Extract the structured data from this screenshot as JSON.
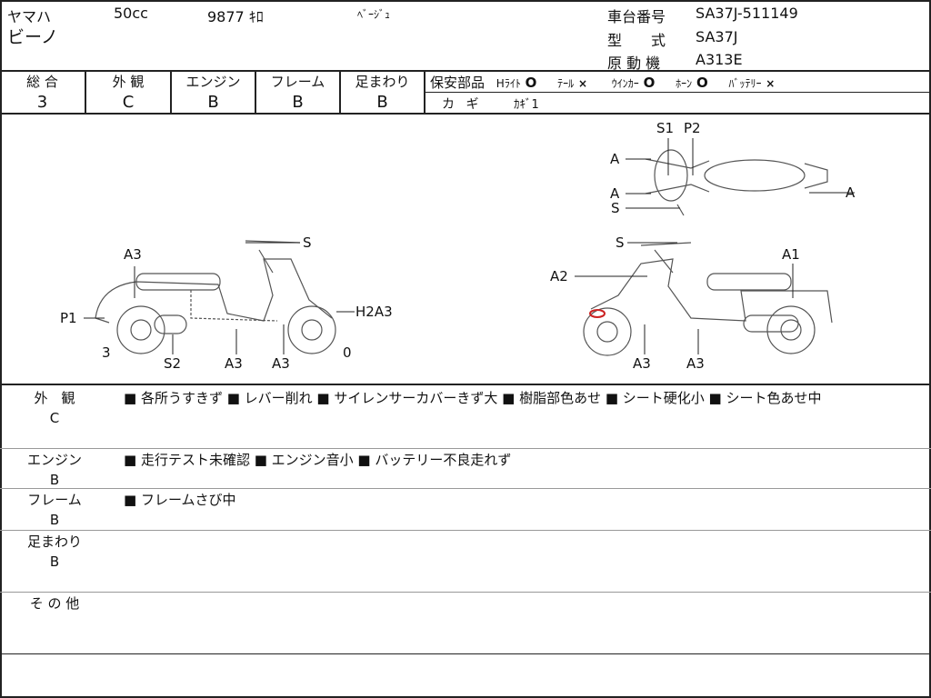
{
  "header": {
    "maker": "ヤマハ",
    "displacement": "50cc",
    "mileage": "9877 ｷﾛ",
    "color": "ﾍﾞｰｼﾞｭ",
    "model_name": "ビーノ",
    "frame_no_label": "車台番号",
    "frame_no": "SA37J-511149",
    "type_label": "型　　式",
    "type": "SA37J",
    "engine_label": "原 動 機",
    "engine": "A313E"
  },
  "grades": [
    {
      "label": "総 合",
      "value": "3"
    },
    {
      "label": "外 観",
      "value": "C"
    },
    {
      "label": "エンジン",
      "value": "B"
    },
    {
      "label": "フレーム",
      "value": "B"
    },
    {
      "label": "足まわり",
      "value": "B"
    }
  ],
  "safety": {
    "label": "保安部品",
    "items": [
      {
        "name": "Hﾗｲﾄ",
        "mark": "O"
      },
      {
        "name": "ﾃｰﾙ",
        "mark": "×"
      },
      {
        "name": "ｳｲﾝｶｰ",
        "mark": "O"
      },
      {
        "name": "ﾎｰﾝ",
        "mark": "O"
      },
      {
        "name": "ﾊﾞｯﾃﾘｰ",
        "mark": "×"
      }
    ],
    "key_label": "カ ギ",
    "key_value": "ｶｷﾞ1"
  },
  "diagram": {
    "left_labels": [
      "A3",
      "S",
      "P1",
      "H2A3",
      "3",
      "S2",
      "A3",
      "A3",
      "0"
    ],
    "top_labels": [
      "S1",
      "P2",
      "A",
      "A",
      "A",
      "S"
    ],
    "right_labels": [
      "S",
      "A1",
      "A2",
      "A3",
      "A3"
    ]
  },
  "remarks": [
    {
      "label": "外　観",
      "grade": "C",
      "text": "■ 各所うすきず ■ レバー削れ ■ サイレンサーカバーきず大 ■ 樹脂部色あせ ■ シート硬化小 ■ シート色あせ中"
    },
    {
      "label": "エンジン",
      "grade": "B",
      "text": "■ 走行テスト未確認 ■ エンジン音小 ■ バッテリー不良走れず"
    },
    {
      "label": "フレーム",
      "grade": "B",
      "text": "■ フレームさび中"
    },
    {
      "label": "足まわり",
      "grade": "B",
      "text": ""
    },
    {
      "label": "そ の 他",
      "grade": "",
      "text": ""
    }
  ]
}
